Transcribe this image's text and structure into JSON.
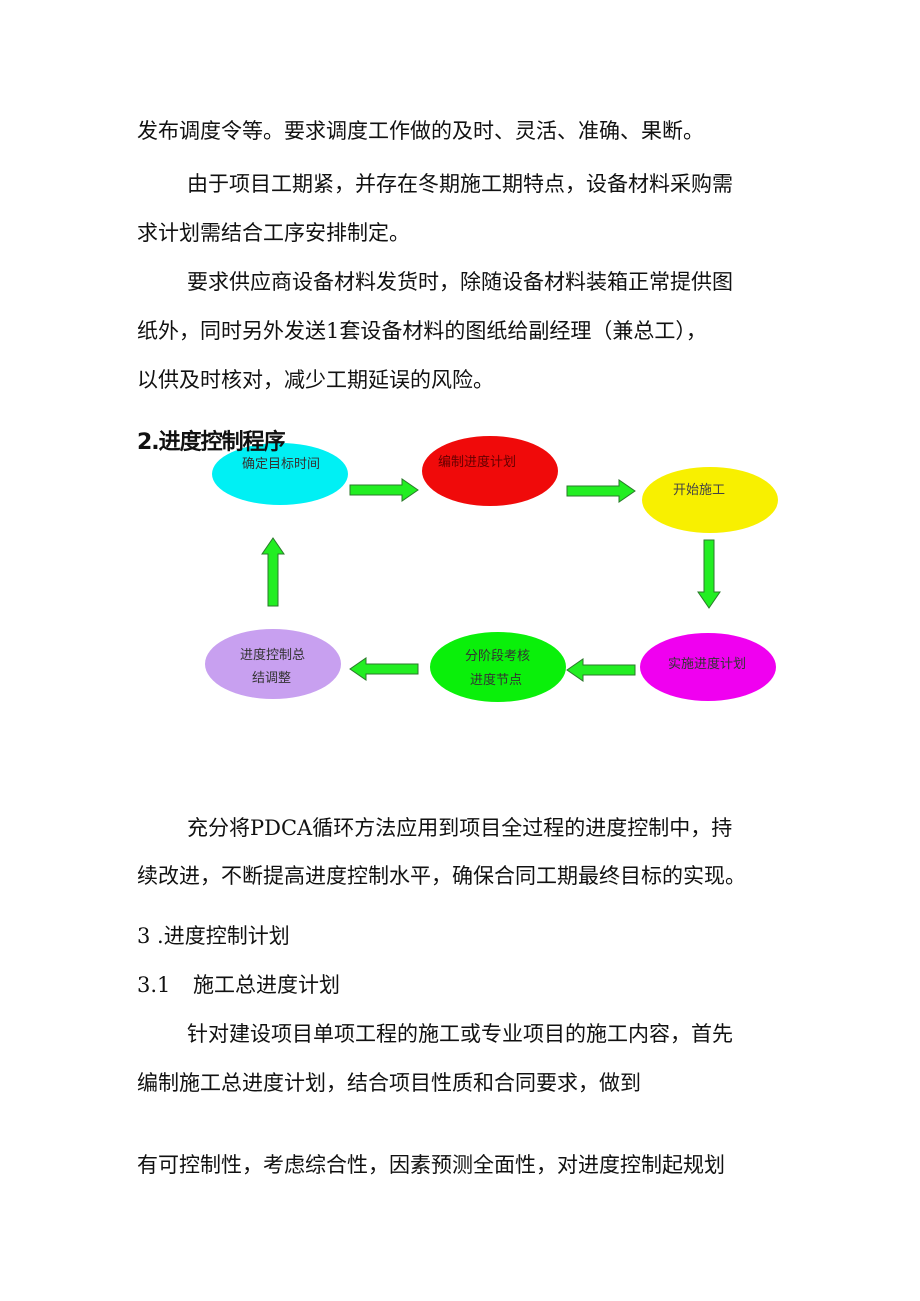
{
  "paragraphs": [
    "发布调度令等。要求调度工作做的及时、灵活、准确、果断。",
    "由于项目工期紧，并存在冬期施工期特点，设备材料采购需",
    "求计划需结合工序安排制定。",
    "要求供应商设备材料发货时，除随设备材料装箱正常提供图",
    "纸外，同时另外发送1套设备材料的图纸给副经理（兼总工），",
    "以供及时核对，减少工期延误的风险。"
  ],
  "diagram": {
    "heading": "2.进度控制程序",
    "nodes": [
      {
        "label": "确定目标时间",
        "color": "#00f0f4"
      },
      {
        "label": "编制进度计划",
        "color": "#f00a0a"
      },
      {
        "label": "开始施工",
        "color": "#f8f000"
      },
      {
        "label": "实施进度计划",
        "color": "#f000f0"
      },
      {
        "label": "分阶段考核",
        "label2": "进度节点",
        "color": "#0af00a"
      },
      {
        "label": "进度控制总",
        "label2": "结调整",
        "color": "#c8a0f0"
      }
    ],
    "arrow_color": "#22ee22"
  },
  "after": [
    "充分将PDCA循环方法应用到项目全过程的进度控制中，持",
    "续改进，不断提高进度控制水平，确保合同工期最终目标的实现。"
  ],
  "section3": {
    "heading": "3  .进度控制计划"
  },
  "section31": {
    "number": "3.1",
    "title": "施工总进度计划"
  },
  "body31": [
    "针对建设项目单项工程的施工或专业项目的施工内容，首先",
    "编制施工总进度计划，结合项目性质和合同要求，做到",
    "有可控制性，考虑综合性，因素预测全面性，对进度控制起规划"
  ]
}
